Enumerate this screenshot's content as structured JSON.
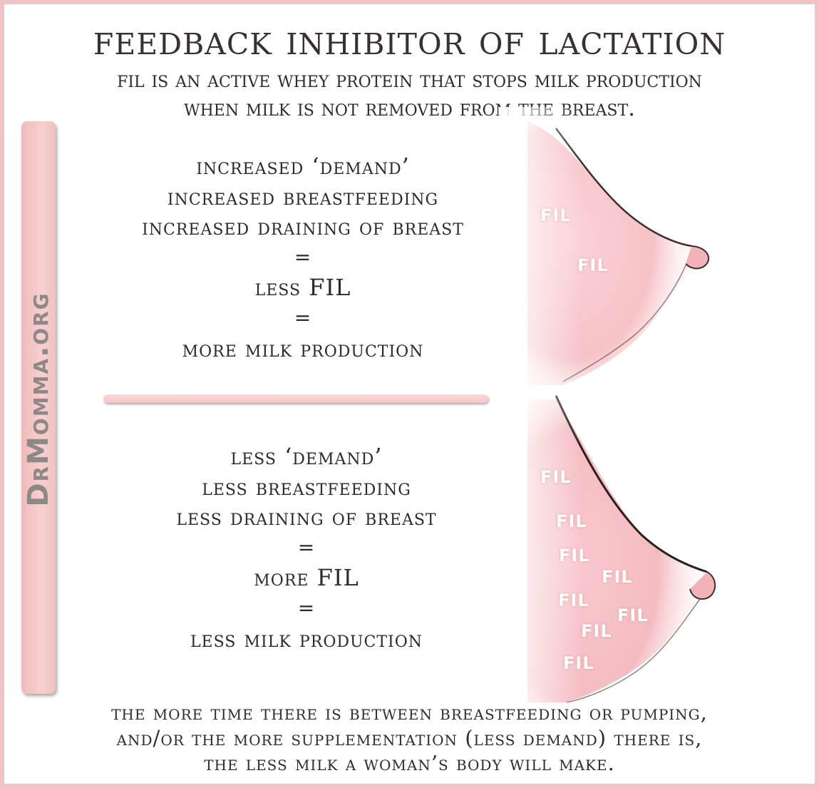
{
  "title": "Feedback Inhibitor of Lactation",
  "subtitle": {
    "line1": "FIL is an active whey protein that stops milk production",
    "line2": "when milk is not removed from the breast."
  },
  "sidebar": {
    "label": "DrMomma.org",
    "color": "#f2b9b9"
  },
  "increase_block": {
    "line1": "increased ‘demand’",
    "line2": "increased breastfeeding",
    "line3": "increased draining of breast",
    "eq1": "=",
    "line4": "less FIL",
    "eq2": "=",
    "line5": "more milk production"
  },
  "decrease_block": {
    "line1": "less ‘demand’",
    "line2": "less breastfeeding",
    "line3": "less draining of breast",
    "eq1": "=",
    "line4": "more FIL",
    "eq2": "=",
    "line5": "less milk production"
  },
  "illustration": {
    "top_labels": [
      "FIL",
      "FIL"
    ],
    "bottom_labels": [
      "FIL",
      "FIL",
      "FIL",
      "FIL",
      "FIL",
      "FIL",
      "FIL",
      "FIL"
    ],
    "skin_color": "#f6c9cc"
  },
  "footer": {
    "line1": "The more time there is between breastfeeding or pumping,",
    "line2": "and/or the more supplementation (less demand) there is,",
    "line3": "the less milk a woman’s body will make."
  },
  "colors": {
    "border": "#f0c4c4",
    "accent": "#f4c6c6"
  }
}
